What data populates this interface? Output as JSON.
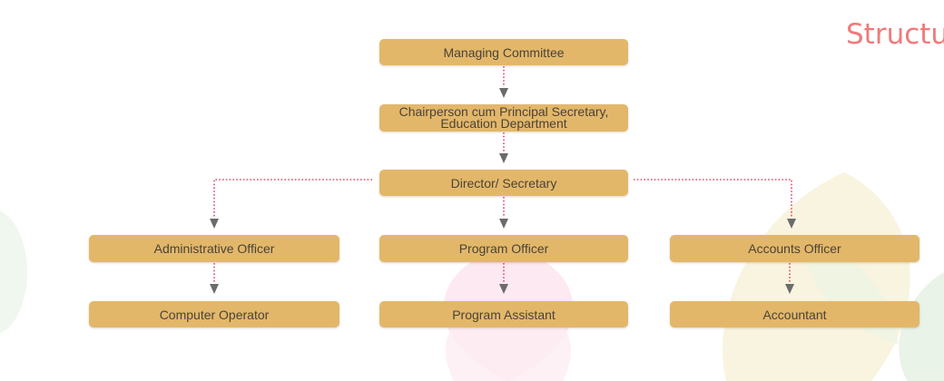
{
  "title": "Structu",
  "colors": {
    "box_fill": "#e3b76a",
    "box_text": "#4a4338",
    "connector": "#e04a6a",
    "arrow": "#6b6b6b",
    "title": "#f07a7a"
  },
  "nodes": {
    "managing_committee": "Managing Committee",
    "chairperson": "Chairperson cum Principal Secretary, Education Department",
    "director": "Director/ Secretary",
    "administrative_officer": "Administrative Officer",
    "program_officer": "Program Officer",
    "accounts_officer": "Accounts Officer",
    "computer_operator": "Computer Operator",
    "program_assistant": "Program Assistant",
    "accountant": "Accountant"
  },
  "edges": [
    [
      "managing_committee",
      "chairperson"
    ],
    [
      "chairperson",
      "director"
    ],
    [
      "director",
      "administrative_officer"
    ],
    [
      "director",
      "program_officer"
    ],
    [
      "director",
      "accounts_officer"
    ],
    [
      "administrative_officer",
      "computer_operator"
    ],
    [
      "program_officer",
      "program_assistant"
    ],
    [
      "accounts_officer",
      "accountant"
    ]
  ]
}
